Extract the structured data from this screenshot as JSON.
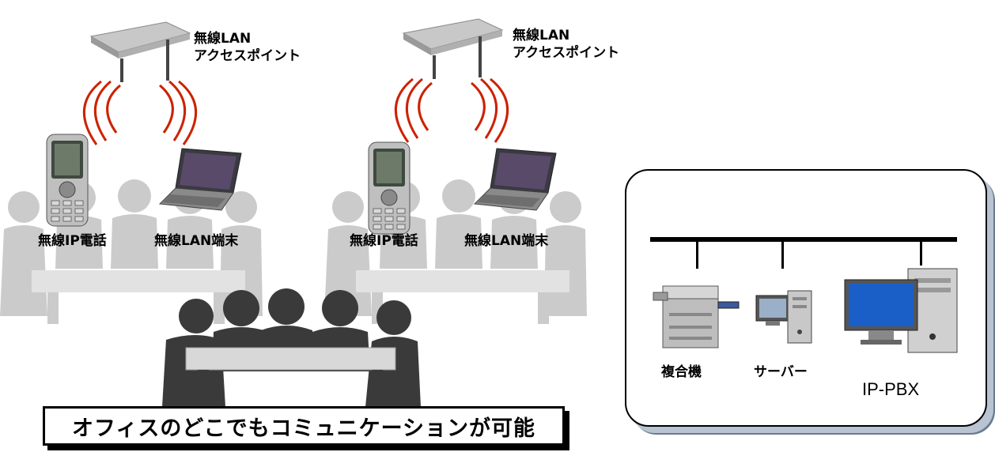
{
  "access_points": [
    {
      "label_line1": "無線LAN",
      "label_line2": "アクセスポイント"
    },
    {
      "label_line1": "無線LAN",
      "label_line2": "アクセスポイント"
    }
  ],
  "groups": [
    {
      "phone_label": "無線IP電話",
      "laptop_label": "無線LAN端末"
    },
    {
      "phone_label": "無線IP電話",
      "laptop_label": "無線LAN端末"
    }
  ],
  "banner": {
    "text": "オフィスのどこでもコミュニケーションが可能"
  },
  "network": {
    "devices": [
      {
        "name": "複合機",
        "icon": "multifunction-printer-icon"
      },
      {
        "name": "サーバー",
        "icon": "server-icon"
      },
      {
        "name": "IP-PBX",
        "icon": "ip-pbx-icon"
      }
    ]
  },
  "colors": {
    "signal": "#cc2200",
    "silhouette_light": "#c8c8c8",
    "silhouette_dark": "#3a3a3a",
    "box_shadow": "#6b7b8f"
  }
}
